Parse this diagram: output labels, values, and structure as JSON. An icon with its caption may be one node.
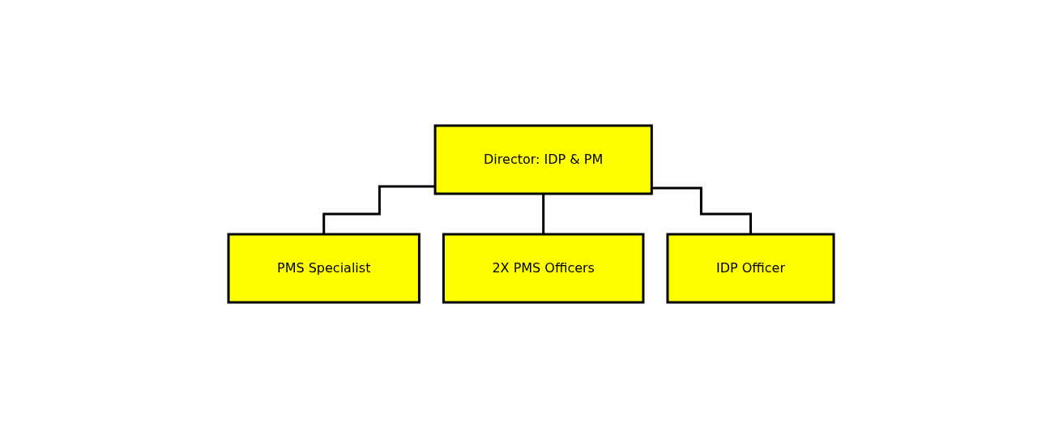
{
  "diagram": {
    "nodes": [
      {
        "text": [
          "Director: IDP & PM"
        ]
      },
      {
        "text": [
          "PMS Specialist"
        ]
      },
      {
        "text": [
          "2X PMS Officers"
        ]
      },
      {
        "text": [
          "IDP Officer"
        ]
      }
    ],
    "edges": [
      {
        "from": 0,
        "to": 1,
        "arrow": "none"
      },
      {
        "from": 0,
        "to": 2,
        "arrow": "none"
      },
      {
        "from": 0,
        "to": 3,
        "arrow": "none"
      }
    ]
  }
}
